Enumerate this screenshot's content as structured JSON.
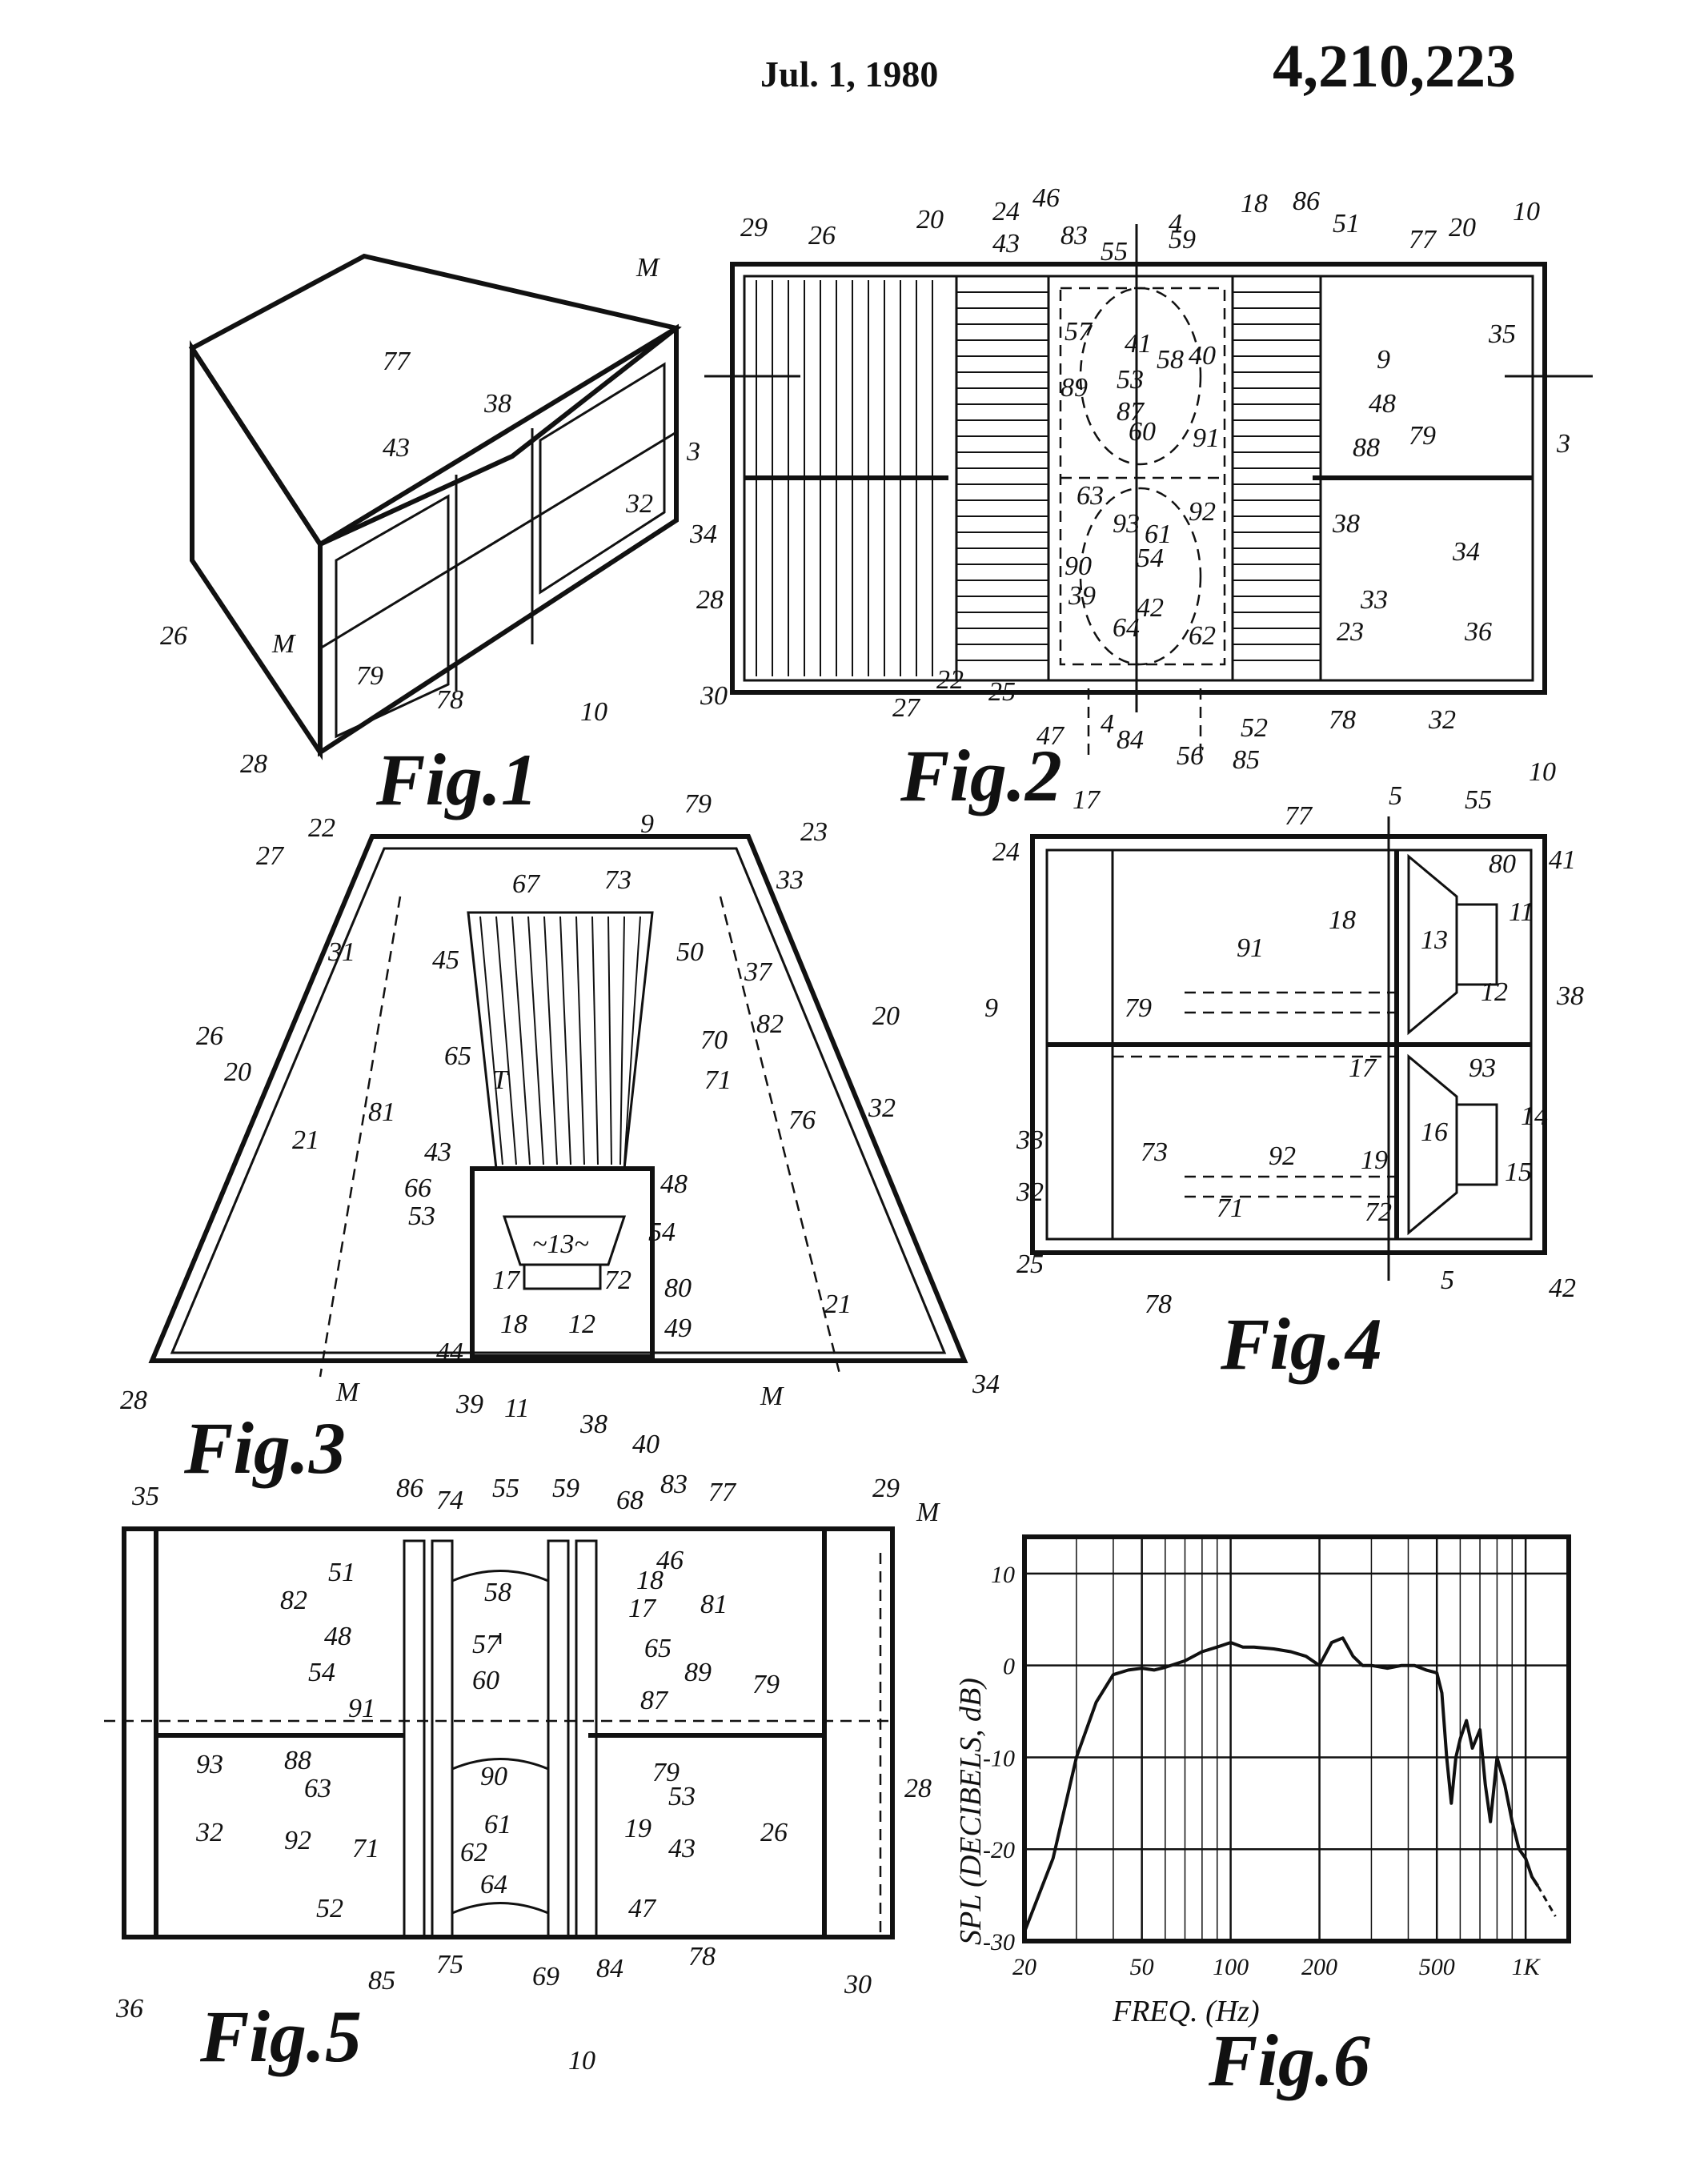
{
  "header": {
    "date": "Jul. 1, 1980",
    "patent_number": "4,210,223"
  },
  "figures": {
    "fig1": {
      "caption": "Fig.1",
      "labels": [
        "77",
        "M",
        "38",
        "43",
        "3",
        "34",
        "32",
        "26",
        "M",
        "79",
        "10",
        "28",
        "78"
      ]
    },
    "fig2": {
      "caption": "Fig.2",
      "labels": [
        "29",
        "26",
        "20",
        "24",
        "46",
        "83",
        "55",
        "4",
        "18",
        "86",
        "51",
        "20",
        "77",
        "10",
        "43",
        "59",
        "41",
        "58",
        "40",
        "9",
        "35",
        "57",
        "53",
        "89",
        "87",
        "48",
        "60",
        "91",
        "88",
        "79",
        "3",
        "63",
        "93",
        "92",
        "61",
        "38",
        "54",
        "34",
        "90",
        "33",
        "39",
        "42",
        "64",
        "62",
        "28",
        "23",
        "36",
        "27",
        "22",
        "25",
        "30",
        "47",
        "84",
        "4",
        "56",
        "85",
        "52",
        "78",
        "32",
        "17"
      ]
    },
    "fig3": {
      "caption": "Fig.3",
      "labels": [
        "9",
        "79",
        "22",
        "23",
        "27",
        "33",
        "67",
        "73",
        "31",
        "50",
        "37",
        "45",
        "82",
        "20",
        "26",
        "20",
        "70",
        "71",
        "65",
        "81",
        "76",
        "T",
        "32",
        "21",
        "43",
        "48",
        "66",
        "53",
        "54",
        "~13~",
        "17",
        "72",
        "80",
        "18",
        "12",
        "49",
        "28",
        "21",
        "M",
        "44",
        "39",
        "11",
        "38",
        "40",
        "M",
        "34"
      ]
    },
    "fig4": {
      "caption": "Fig.4",
      "labels": [
        "77",
        "5",
        "55",
        "10",
        "80",
        "24",
        "41",
        "11",
        "91",
        "13",
        "18",
        "12",
        "9",
        "79",
        "38",
        "17",
        "93",
        "14",
        "73",
        "16",
        "15",
        "33",
        "92",
        "19",
        "32",
        "71",
        "72",
        "25",
        "78",
        "5",
        "42"
      ]
    },
    "fig5": {
      "caption": "Fig.5",
      "labels": [
        "35",
        "86",
        "74",
        "55",
        "59",
        "68",
        "83",
        "77",
        "29",
        "M",
        "46",
        "51",
        "58",
        "18",
        "82",
        "81",
        "17",
        "65",
        "57",
        "48",
        "54",
        "60",
        "89",
        "87",
        "91",
        "79",
        "93",
        "88",
        "63",
        "90",
        "79",
        "53",
        "92",
        "61",
        "19",
        "32",
        "71",
        "62",
        "43",
        "26",
        "28",
        "64",
        "52",
        "47",
        "36",
        "85",
        "75",
        "69",
        "84",
        "78",
        "30",
        "10"
      ]
    },
    "fig6": {
      "caption": "Fig.6",
      "ylabel": "SPL (DECIBELS, dB)",
      "xlabel": "FREQ. (Hz)"
    }
  },
  "chart_data": {
    "type": "line",
    "title": "",
    "xlabel": "FREQ. (Hz)",
    "ylabel": "SPL (DECIBELS, dB)",
    "x_scale": "log",
    "xlim": [
      20,
      1400
    ],
    "ylim": [
      -30,
      14
    ],
    "x_ticks": [
      20,
      50,
      100,
      200,
      500,
      1000
    ],
    "x_tick_labels": [
      "20",
      "50",
      "100",
      "200",
      "500",
      "1K"
    ],
    "y_ticks": [
      10,
      0,
      -10,
      -20,
      -30
    ],
    "y_tick_labels": [
      "10",
      "0",
      "-10",
      "-20",
      "-30"
    ],
    "grid": true,
    "series": [
      {
        "name": "",
        "x": [
          20,
          25,
          30,
          35,
          40,
          45,
          50,
          55,
          60,
          70,
          80,
          90,
          100,
          110,
          120,
          140,
          160,
          180,
          200,
          220,
          240,
          260,
          280,
          300,
          340,
          380,
          420,
          460,
          500,
          520,
          540,
          560,
          580,
          600,
          630,
          660,
          700,
          730,
          760,
          800,
          850,
          900,
          950,
          1000,
          1050,
          1100
        ],
        "y": [
          -29,
          -21,
          -10,
          -4,
          -1,
          -0.5,
          -0.3,
          -0.5,
          -0.2,
          0.5,
          1.5,
          2,
          2.5,
          2,
          2,
          1.8,
          1.5,
          1,
          0,
          2.5,
          3,
          1,
          0,
          0,
          -0.3,
          0,
          0,
          -0.5,
          -0.8,
          -3,
          -10,
          -15,
          -10,
          -8,
          -6,
          -9,
          -7,
          -13,
          -17,
          -10,
          -13,
          -17,
          -20,
          -21,
          -23,
          -24
        ]
      }
    ]
  }
}
